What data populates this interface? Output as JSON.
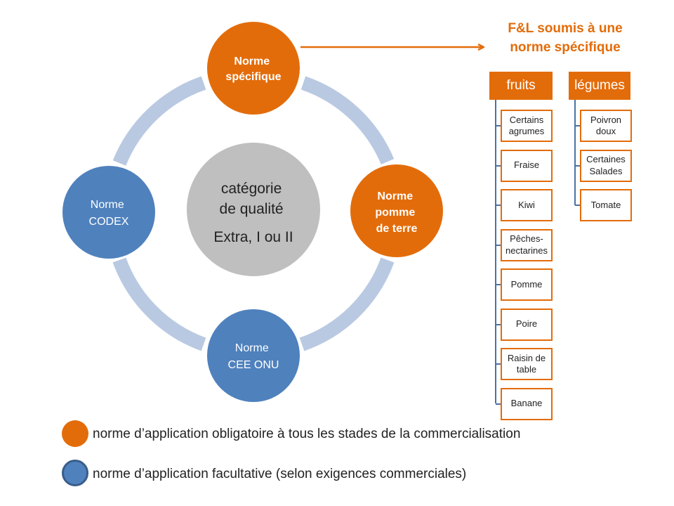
{
  "center": {
    "line1": "catégorie",
    "line2": "de qualité",
    "line3": "Extra, I ou II"
  },
  "nodes": {
    "specifique": {
      "line1": "Norme",
      "line2": "spécifique"
    },
    "pomme_de_terre": {
      "line1": "Norme",
      "line2": "pomme",
      "line3": "de terre"
    },
    "cee_onu": {
      "line1": "Norme",
      "line2": "CEE ONU"
    },
    "codex": {
      "line1": "Norme",
      "line2": "CODEX"
    }
  },
  "title": {
    "line1": "F&L soumis à une",
    "line2": "norme spécifique"
  },
  "fruits": {
    "header": "fruits",
    "items": [
      [
        "Certains",
        "agrumes"
      ],
      [
        "Fraise"
      ],
      [
        "Kiwi"
      ],
      [
        "Pêches-",
        "nectarines"
      ],
      [
        "Pomme"
      ],
      [
        "Poire"
      ],
      [
        "Raisin de",
        "table"
      ],
      [
        "Banane"
      ]
    ]
  },
  "legumes": {
    "header": "légumes",
    "items": [
      [
        "Poivron",
        "doux"
      ],
      [
        "Certaines",
        "Salades"
      ],
      [
        "Tomate"
      ]
    ]
  },
  "legend": {
    "mandatory": "norme d’application obligatoire à tous les stades de la commercialisation",
    "optional": "norme d’application facultative (selon exigences commerciales)"
  },
  "colors": {
    "orange": "#e36c0a",
    "blue": "#4f81bd",
    "blue_dark": "#385d8a",
    "ring": "#b9c9e2",
    "center": "#bfbfbf",
    "tree_line": "#4a72a6"
  }
}
